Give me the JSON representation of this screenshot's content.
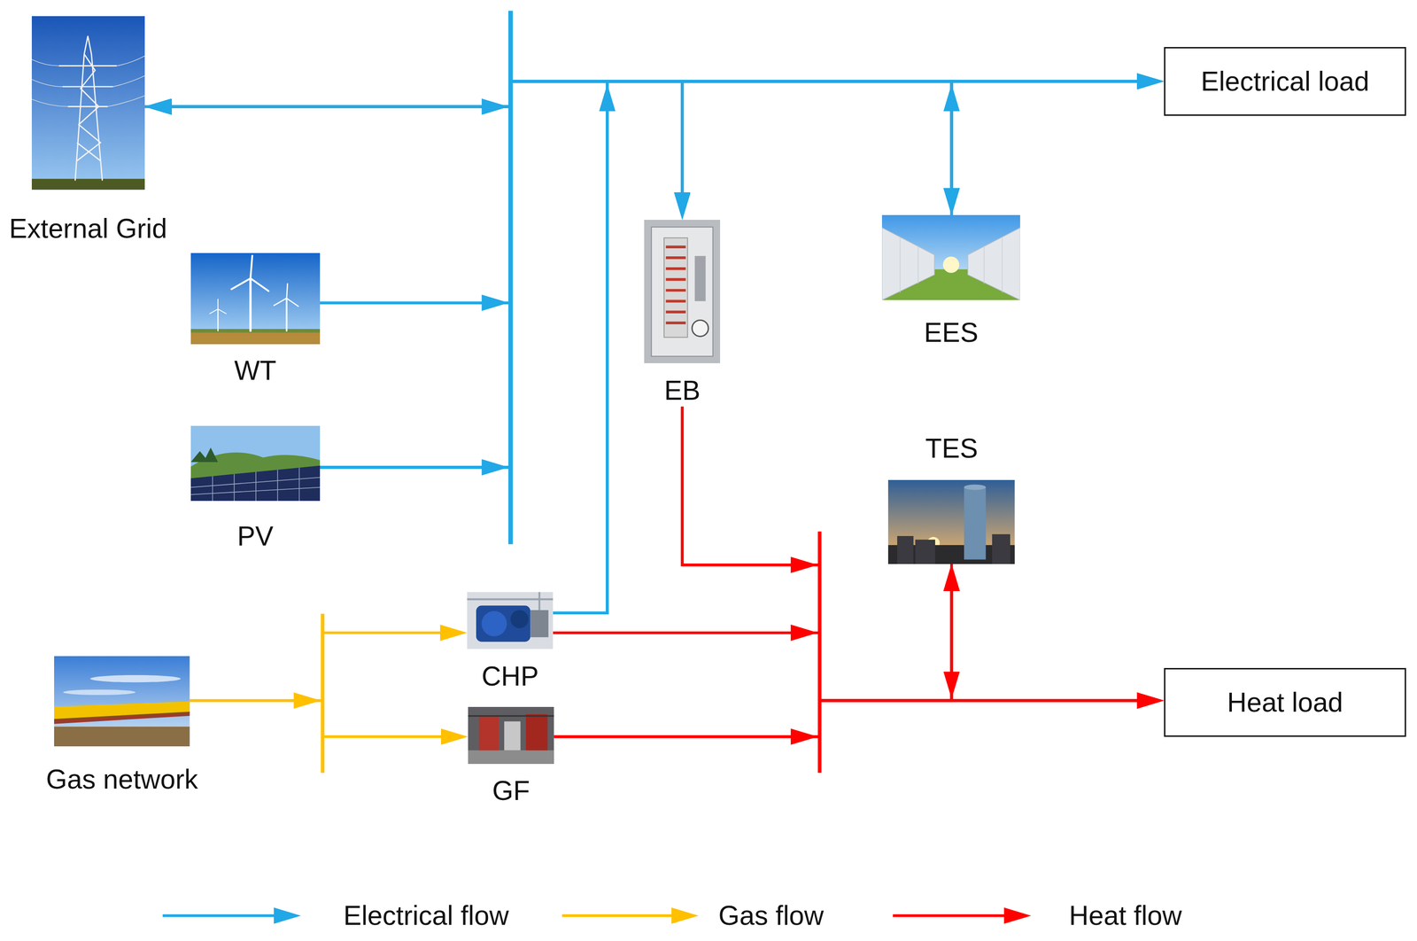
{
  "diagram": {
    "nodes": [
      {
        "text": [
          "External Grid"
        ]
      },
      {
        "text": [
          "Electrical load"
        ]
      },
      {
        "text": [
          "WT"
        ]
      },
      {
        "text": [
          "EB"
        ]
      },
      {
        "text": [
          "EES"
        ]
      },
      {
        "text": [
          "PV"
        ]
      },
      {
        "text": [
          "TES"
        ]
      },
      {
        "text": [
          "CHP"
        ]
      },
      {
        "text": [
          "Heat load"
        ]
      },
      {
        "text": [
          "Gas network"
        ]
      },
      {
        "text": [
          "GF"
        ]
      }
    ],
    "edges": [
      {
        "from": 0,
        "to": 1,
        "arrow": "to"
      },
      {
        "from": 0,
        "to": 3,
        "arrow": "to"
      },
      {
        "from": 0,
        "to": 4,
        "arrow": "both"
      },
      {
        "from": 2,
        "to": 0,
        "arrow": "to"
      },
      {
        "from": 2,
        "to": 1,
        "arrow": "to"
      },
      {
        "from": 2,
        "to": 3,
        "arrow": "to"
      },
      {
        "from": 2,
        "to": 4,
        "arrow": "to"
      },
      {
        "from": 5,
        "to": 0,
        "arrow": "to"
      },
      {
        "from": 5,
        "to": 1,
        "arrow": "to"
      },
      {
        "from": 5,
        "to": 3,
        "arrow": "to"
      },
      {
        "from": 5,
        "to": 4,
        "arrow": "to"
      },
      {
        "from": 7,
        "to": 0,
        "arrow": "to"
      },
      {
        "from": 7,
        "to": 1,
        "arrow": "to"
      },
      {
        "from": 7,
        "to": 3,
        "arrow": "to"
      },
      {
        "from": 7,
        "to": 4,
        "arrow": "to"
      },
      {
        "from": 4,
        "to": 1,
        "arrow": "to"
      },
      {
        "from": 4,
        "to": 3,
        "arrow": "to"
      },
      {
        "from": 3,
        "to": 8,
        "arrow": "to"
      },
      {
        "from": 3,
        "to": 6,
        "arrow": "to"
      },
      {
        "from": 7,
        "to": 8,
        "arrow": "to"
      },
      {
        "from": 7,
        "to": 6,
        "arrow": "to"
      },
      {
        "from": 10,
        "to": 8,
        "arrow": "to"
      },
      {
        "from": 10,
        "to": 6,
        "arrow": "to"
      },
      {
        "from": 6,
        "to": 8,
        "arrow": "to"
      },
      {
        "from": 9,
        "to": 7,
        "arrow": "to"
      },
      {
        "from": 9,
        "to": 10,
        "arrow": "to"
      }
    ],
    "legend": [
      {
        "text": "Electrical flow"
      },
      {
        "text": "Gas flow"
      },
      {
        "text": "Heat flow"
      }
    ]
  }
}
